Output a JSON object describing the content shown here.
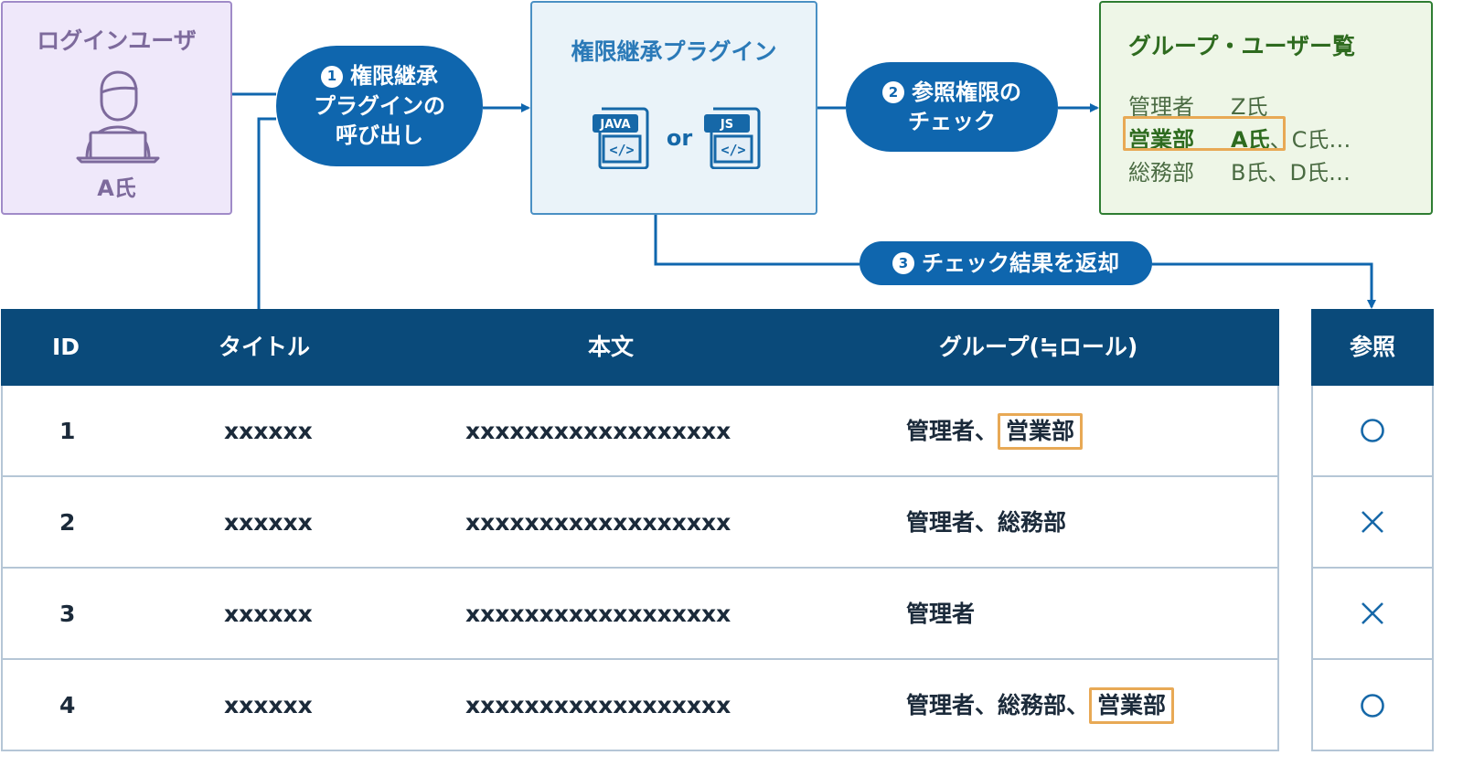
{
  "colors": {
    "primary": "#0f66ae",
    "header": "#0a4a7a",
    "user_box_bg": "#efe8fa",
    "plugin_box_bg": "#eaf3f9",
    "list_box_bg": "#eef6e7",
    "highlight": "#e8a955"
  },
  "login_user": {
    "title": "ログインユーザ",
    "name": "A氏",
    "icon": "user-laptop-icon"
  },
  "step1": {
    "number": "1",
    "line1": "権限継承",
    "line2": "プラグインの",
    "line3": "呼び出し"
  },
  "plugin": {
    "title": "権限継承プラグイン",
    "java_label": "JAVA",
    "or": "or",
    "js_label": "JS",
    "code_glyph": "</>"
  },
  "step2": {
    "number": "2",
    "line1": "参照権限の",
    "line2": "チェック"
  },
  "group_list": {
    "title": "グループ・ユーザー覧",
    "rows": [
      {
        "group": "管理者",
        "users": "Z氏"
      },
      {
        "group": "営業部",
        "users_highlight": "A氏",
        "users_rest": "、C氏…"
      },
      {
        "group": "総務部",
        "users": "B氏、D氏…"
      }
    ]
  },
  "step3": {
    "number": "3",
    "label": "チェック結果を返却"
  },
  "table": {
    "headers": {
      "id": "ID",
      "title": "タイトル",
      "body": "本文",
      "group": "グループ(≒ロール)"
    },
    "rows": [
      {
        "id": "1",
        "title": "xxxxxx",
        "body": "xxxxxxxxxxxxxxxxxx",
        "group_prefix": "管理者、",
        "group_highlight": "営業部"
      },
      {
        "id": "2",
        "title": "xxxxxx",
        "body": "xxxxxxxxxxxxxxxxxx",
        "group_prefix": "管理者、総務部",
        "group_highlight": ""
      },
      {
        "id": "3",
        "title": "xxxxxx",
        "body": "xxxxxxxxxxxxxxxxxx",
        "group_prefix": "管理者",
        "group_highlight": ""
      },
      {
        "id": "4",
        "title": "xxxxxx",
        "body": "xxxxxxxxxxxxxxxxxx",
        "group_prefix": "管理者、総務部、",
        "group_highlight": "営業部"
      }
    ]
  },
  "reference": {
    "header": "参照",
    "results": [
      "allowed-circle-icon",
      "denied-cross-icon",
      "denied-cross-icon",
      "allowed-circle-icon"
    ]
  }
}
